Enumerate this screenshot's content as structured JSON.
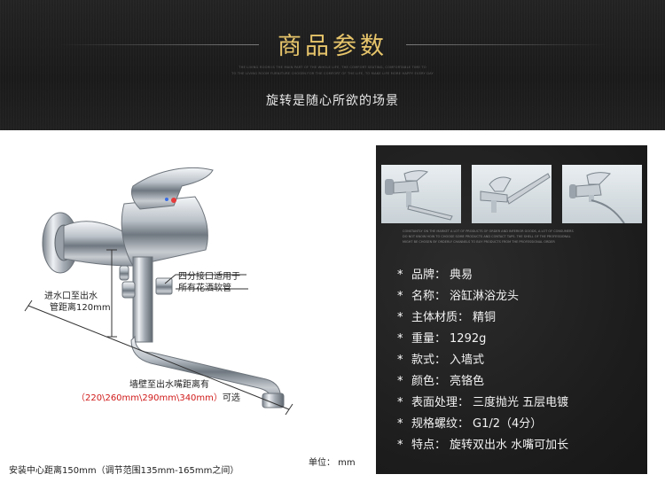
{
  "banner": {
    "title": "商品参数",
    "small_line_1": "THE LIVING ROOM IS THE MAIN PART OF THE WHOLE LIFE, THE COMFORT SEATING, COMFORTABLE TIME TO",
    "small_line_2": "TO THE LIVING ROOM FURNITURE CHOSEN FOR THE COMFORT OF THE LIFE, TO MAKE LIFE MORE HAPPY EVERY DAY",
    "subtitle": "旋转是随心所欲的场景"
  },
  "drawing": {
    "inlet_note_1": "进水口至出水",
    "inlet_note_2": "管距离120mm",
    "interface_note_1": "四分接口适用于",
    "interface_note_2": "所有花洒软管",
    "wall_note": "墙壁至出水嘴距离有",
    "range_note_open": "（",
    "range_note_values": "220\\260mm\\290mm\\340mm",
    "range_note_close": "）",
    "range_note_suffix": "可选",
    "unit_label": "单位： mm",
    "center_distance": "安装中心距离150mm（调节范围135mm-165mm之间）"
  },
  "panel": {
    "small_text_1": "CONSTANTLY ON THE MARKET A LOT OF PRODUCTS OF ORDER AND INFERIOR GOODS, A LOT OF CONSUMERS",
    "small_text_2": "DO NOT KNOW HOW TO CHOOSE SOME PRODUCTS AND CONTACT TAPS. THE SHELL OF THE PROFESSIONAL",
    "small_text_3": "MIGHT BE CHOSEN BY ORDERLY CHANNELS TO BUY PRODUCTS FROM THE PROFESSIONAL ORDER",
    "specs": [
      {
        "label": "品牌",
        "value": "典易"
      },
      {
        "label": "名称",
        "value": "浴缸淋浴龙头"
      },
      {
        "label": "主体材质",
        "value": "精铜"
      },
      {
        "label": "重量",
        "value": "1292g"
      },
      {
        "label": "款式",
        "value": "入墙式"
      },
      {
        "label": "颜色",
        "value": "亮铬色"
      },
      {
        "label": "表面处理",
        "value": "三度抛光  五层电镀"
      },
      {
        "label": "规格螺纹",
        "value": "G1/2（4分）"
      },
      {
        "label": "特点",
        "value": "旋转双出水  水嘴可加长"
      }
    ],
    "star": "*",
    "colon": "："
  },
  "colors": {
    "title_gold": "#e6c46a",
    "banner_bg": "#1d1d1d",
    "panel_bg": "#1c1c1c",
    "range_red": "#d11a1a"
  }
}
